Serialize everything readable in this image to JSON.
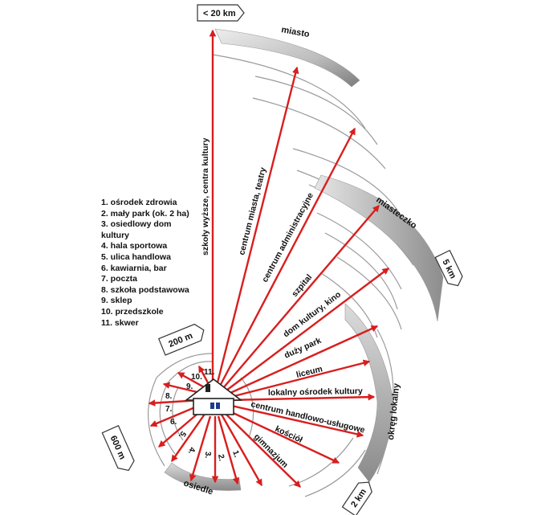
{
  "legend": [
    "1. ośrodek zdrowia",
    "2. mały park (ok. 2 ha)",
    "3. osiedlowy dom kultury",
    "4. hala sportowa",
    "5. ulica handlowa",
    "6. kawiarnia, bar",
    "7. poczta",
    "8. szkoła podstawowa",
    "9. sklep",
    "10. przedszkole",
    "11. skwer"
  ],
  "arrow_labels": {
    "szkoly": "szkoły wyższe, centra kultury",
    "centrum_miasta": "centrum miasta, teatry",
    "centrum_admin": "centrum administracyjne",
    "szpital": "szpital",
    "dom_kultury": "dom kultury, kino",
    "duzy_park": "duży park",
    "liceum": "liceum",
    "lokalny": "lokalny ośrodek kultury",
    "centrum_handlowe": "centrum handlowo-usługowe",
    "kosciol": "kościół",
    "gimnazjum": "gimnazjum"
  },
  "zones": {
    "miasto": "miasto",
    "miasteczko": "miasteczko",
    "okreg": "okręg lokalny",
    "osiedle": "osiedle"
  },
  "distances": {
    "d20": "< 20 km",
    "d5": "5 km",
    "d2": "2 km",
    "d200": "200 m",
    "d600": "600 m"
  },
  "numbers": [
    "1.",
    "2.",
    "3.",
    "4.",
    "5.",
    "6.",
    "7.",
    "8.",
    "9.",
    "10.",
    "11."
  ],
  "colors": {
    "arrow": "#d81e1e",
    "band_light": "#e2e2e2",
    "band_dark": "#8a8a8a",
    "ring": "#9a9a9a"
  }
}
